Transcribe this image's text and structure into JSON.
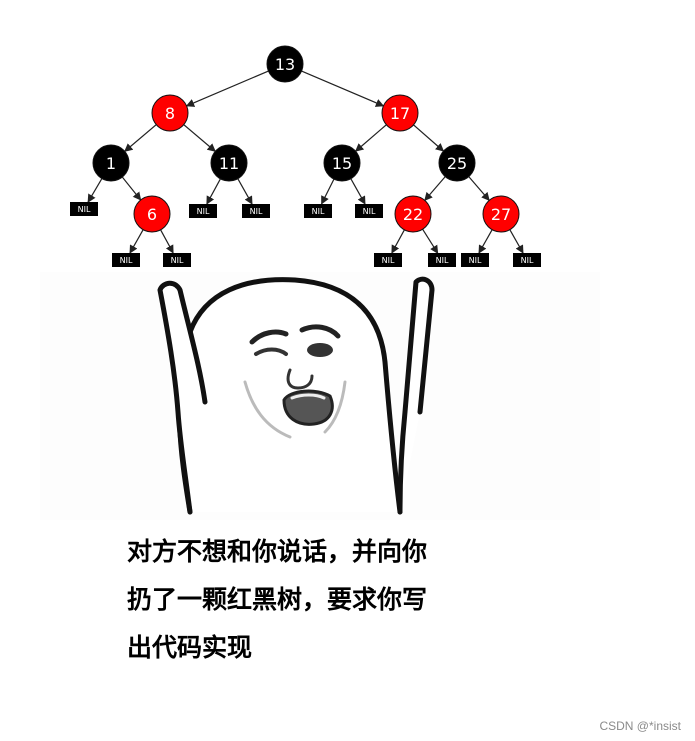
{
  "tree": {
    "nodes": [
      {
        "id": "n13",
        "label": "13",
        "color": "black"
      },
      {
        "id": "n8",
        "label": "8",
        "color": "red"
      },
      {
        "id": "n17",
        "label": "17",
        "color": "red"
      },
      {
        "id": "n1",
        "label": "1",
        "color": "black"
      },
      {
        "id": "n11",
        "label": "11",
        "color": "black"
      },
      {
        "id": "n15",
        "label": "15",
        "color": "black"
      },
      {
        "id": "n25",
        "label": "25",
        "color": "black"
      },
      {
        "id": "n6",
        "label": "6",
        "color": "red"
      },
      {
        "id": "n22",
        "label": "22",
        "color": "red"
      },
      {
        "id": "n27",
        "label": "27",
        "color": "red"
      }
    ],
    "nil_label": "NIL",
    "colors": {
      "black": "#000000",
      "red": "#ff0000",
      "edge": "#222222"
    }
  },
  "caption": {
    "line1": "对方不想和你说话，并向你",
    "line2": "扔了一颗红黑树，要求你写",
    "line3": "出代码实现"
  },
  "watermark": "CSDN @*insist"
}
